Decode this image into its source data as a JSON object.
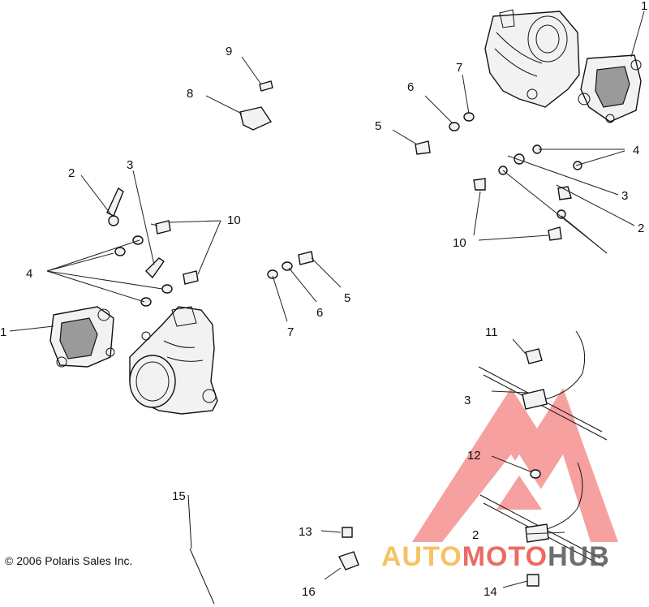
{
  "copyright": "© 2006 Polaris Sales Inc.",
  "callouts": [
    "1",
    "1",
    "2",
    "2",
    "3",
    "3",
    "3",
    "4",
    "4",
    "5",
    "5",
    "6",
    "6",
    "7",
    "7",
    "8",
    "9",
    "10",
    "10",
    "11",
    "12",
    "2",
    "13",
    "14",
    "15",
    "16"
  ],
  "watermark": {
    "part1": "AUTO",
    "part2": "MOTO",
    "part3": "HUB",
    "color_auto": "#f5b84a",
    "color_moto": "#e8524a",
    "color_hub": "#555555",
    "logo_color": "#f26b6b"
  }
}
